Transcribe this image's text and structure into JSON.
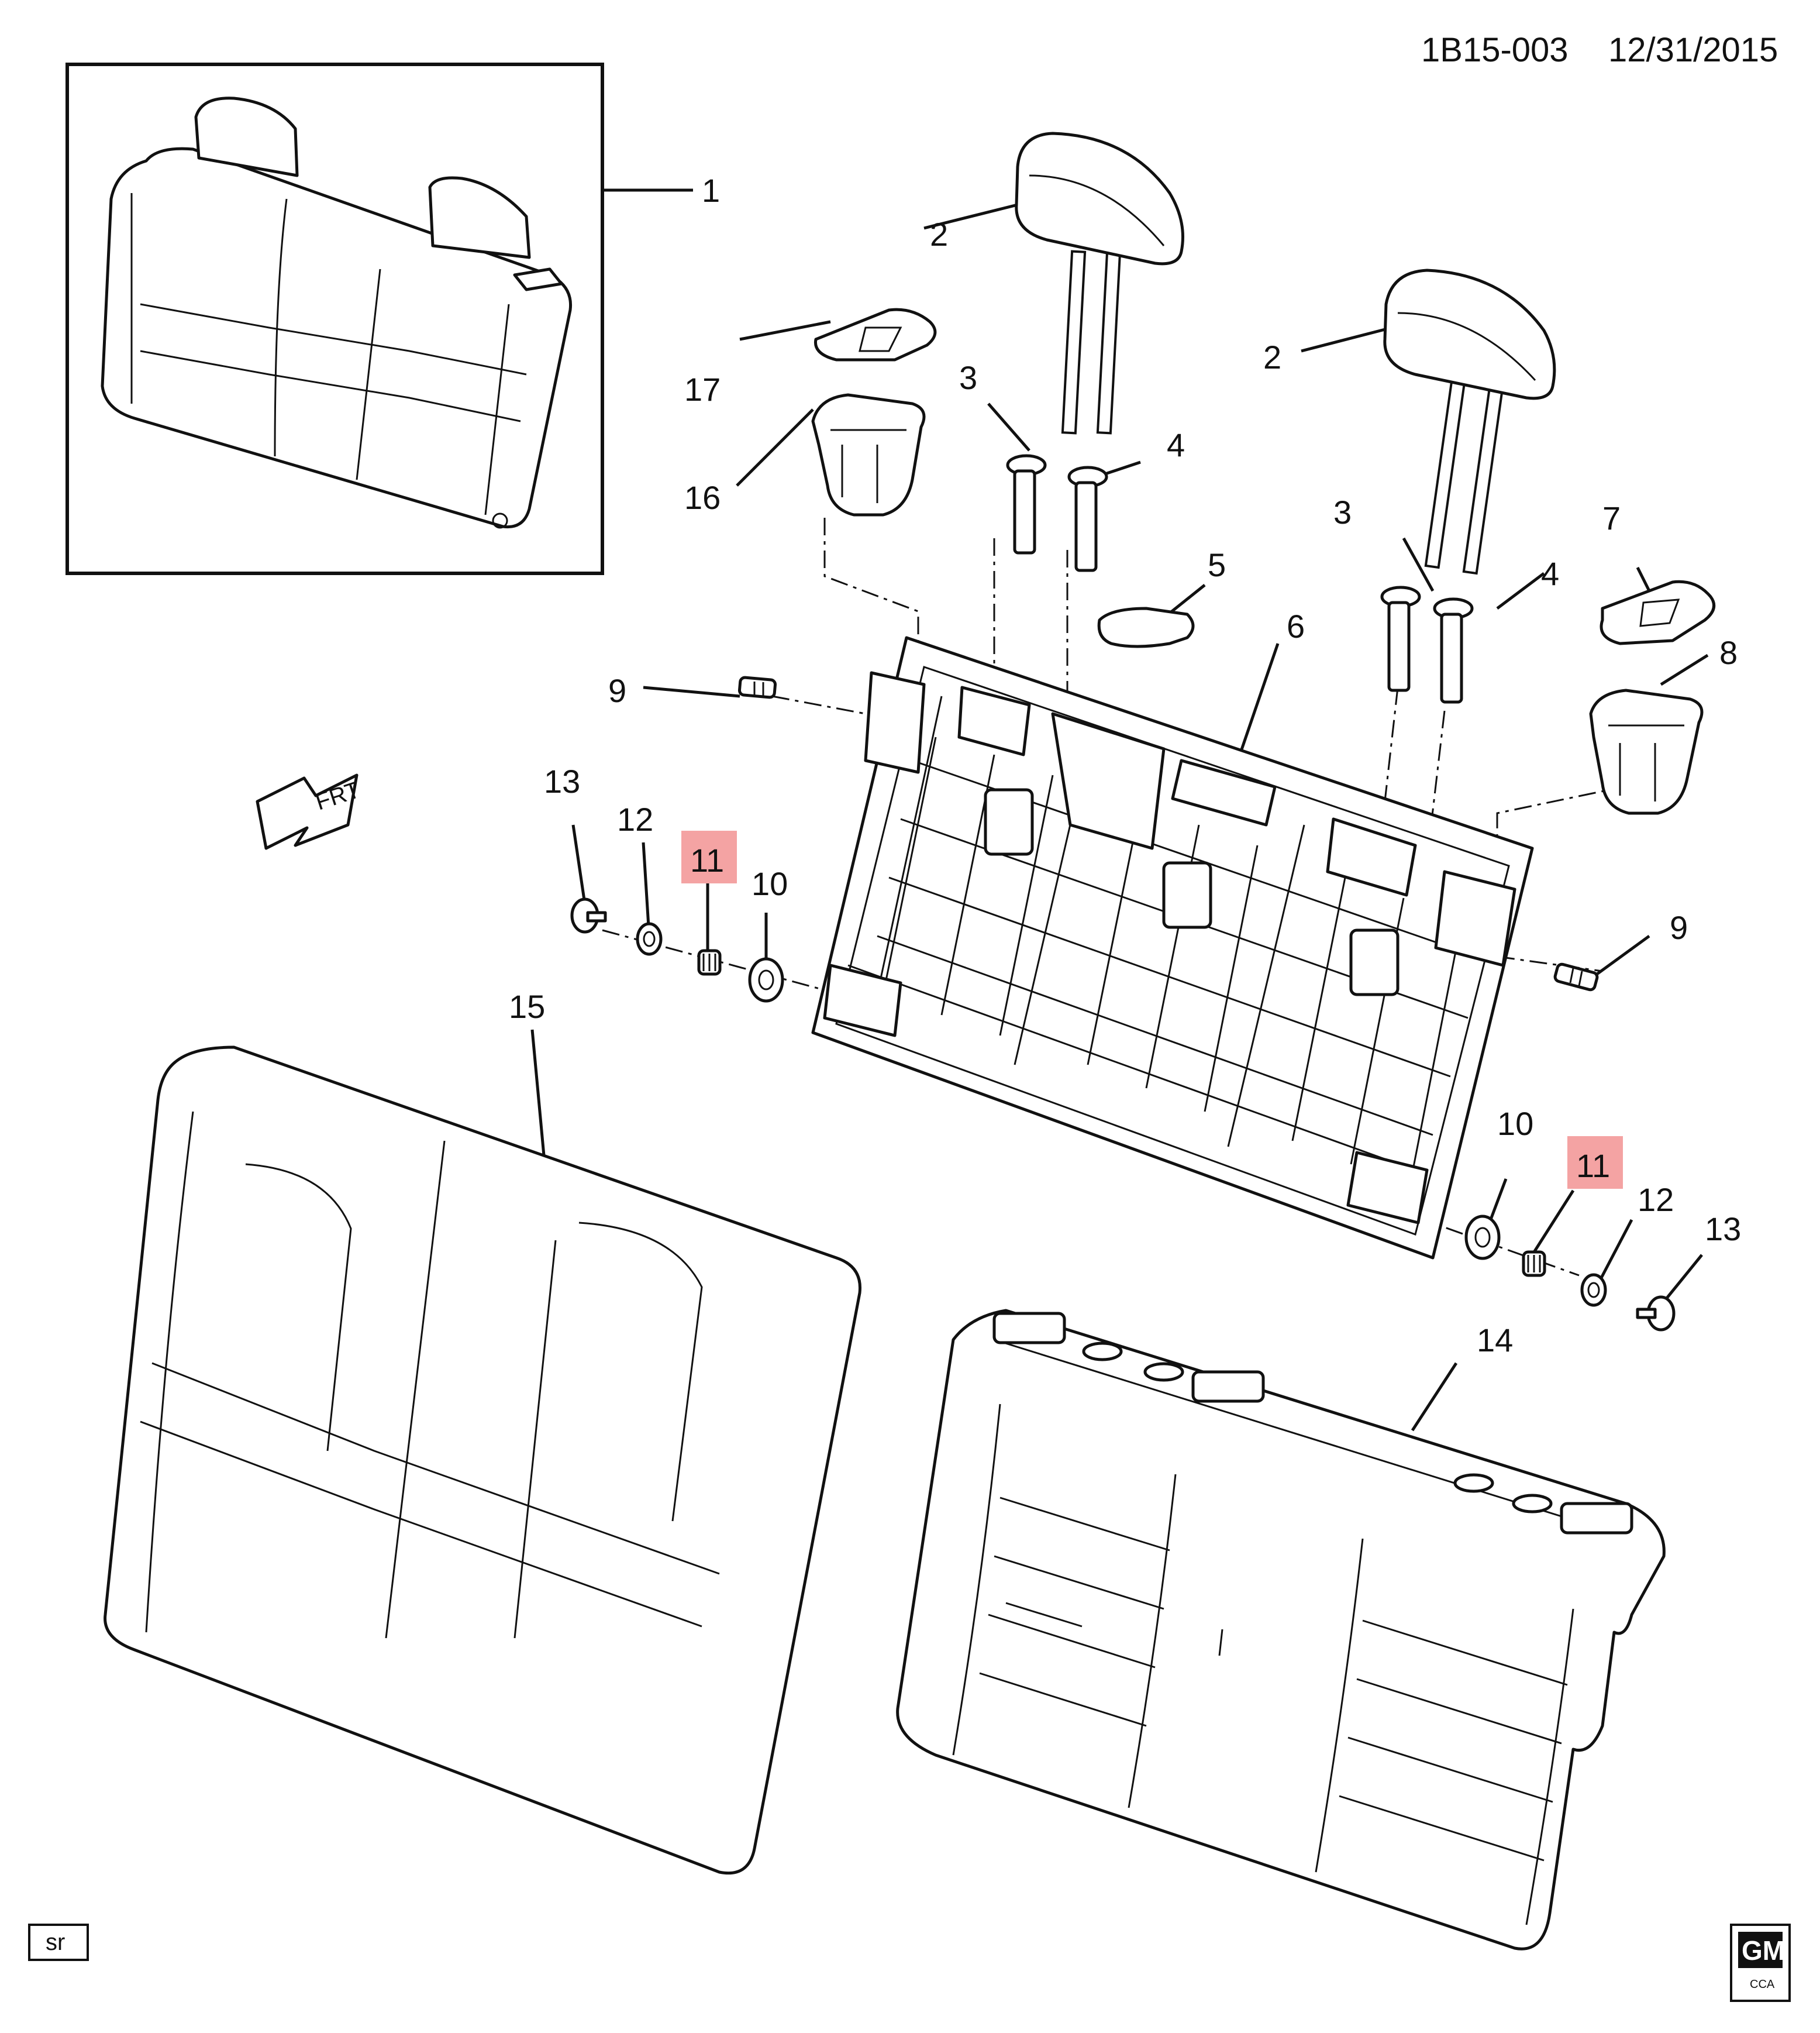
{
  "header": {
    "diagram_id": "1B15-003",
    "date": "12/31/2015"
  },
  "footer": {
    "badge": "sr",
    "logo_text": "GM",
    "logo_sub": "CCA"
  },
  "orientation": {
    "label": "FRT"
  },
  "callouts": [
    {
      "id": "c1",
      "label": "1",
      "highlighted": false
    },
    {
      "id": "c2a",
      "label": "2",
      "highlighted": false
    },
    {
      "id": "c2b",
      "label": "2",
      "highlighted": false
    },
    {
      "id": "c3a",
      "label": "3",
      "highlighted": false
    },
    {
      "id": "c3b",
      "label": "3",
      "highlighted": false
    },
    {
      "id": "c4a",
      "label": "4",
      "highlighted": false
    },
    {
      "id": "c4b",
      "label": "4",
      "highlighted": false
    },
    {
      "id": "c5",
      "label": "5",
      "highlighted": false
    },
    {
      "id": "c6",
      "label": "6",
      "highlighted": false
    },
    {
      "id": "c7",
      "label": "7",
      "highlighted": false
    },
    {
      "id": "c8",
      "label": "8",
      "highlighted": false
    },
    {
      "id": "c9a",
      "label": "9",
      "highlighted": false
    },
    {
      "id": "c9b",
      "label": "9",
      "highlighted": false
    },
    {
      "id": "c10a",
      "label": "10",
      "highlighted": false
    },
    {
      "id": "c10b",
      "label": "10",
      "highlighted": false
    },
    {
      "id": "c11a",
      "label": "11",
      "highlighted": true
    },
    {
      "id": "c11b",
      "label": "11",
      "highlighted": true
    },
    {
      "id": "c12a",
      "label": "12",
      "highlighted": false
    },
    {
      "id": "c12b",
      "label": "12",
      "highlighted": false
    },
    {
      "id": "c13a",
      "label": "13",
      "highlighted": false
    },
    {
      "id": "c13b",
      "label": "13",
      "highlighted": false
    },
    {
      "id": "c14",
      "label": "14",
      "highlighted": false
    },
    {
      "id": "c15",
      "label": "15",
      "highlighted": false
    },
    {
      "id": "c16",
      "label": "16",
      "highlighted": false
    },
    {
      "id": "c17",
      "label": "17",
      "highlighted": false
    }
  ],
  "colors": {
    "highlight": "#f4a3a3",
    "ink": "#111111",
    "background": "#ffffff"
  }
}
